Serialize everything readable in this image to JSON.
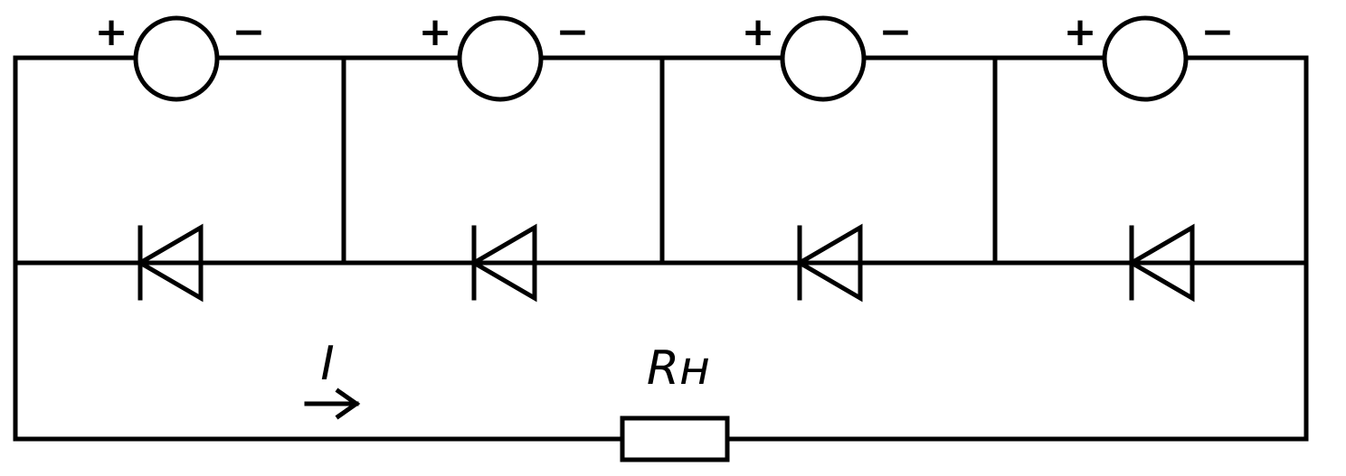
{
  "colors": {
    "line": "#000000",
    "background": "#ffffff"
  },
  "sources": [
    {
      "plus": "+",
      "minus": "−"
    },
    {
      "plus": "+",
      "minus": "−"
    },
    {
      "plus": "+",
      "minus": "−"
    },
    {
      "plus": "+",
      "minus": "−"
    }
  ],
  "diode_count": 4,
  "current_label": "I",
  "resistor_label": "Rн"
}
